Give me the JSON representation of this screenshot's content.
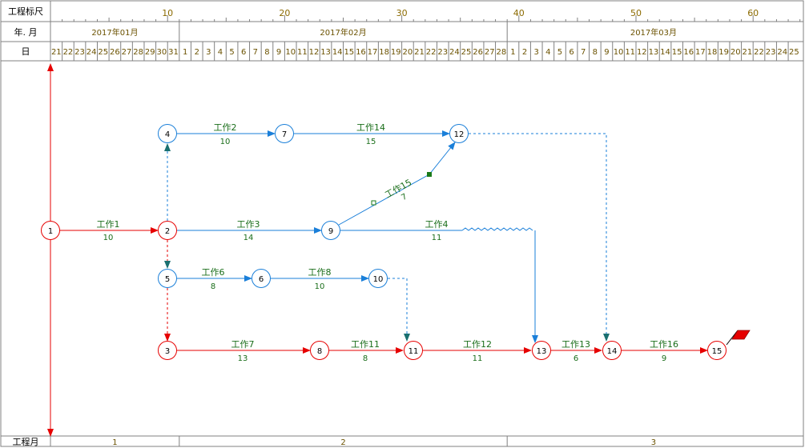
{
  "header": {
    "row1_label": "工程标尺",
    "row2_label": "年. 月",
    "row3_label": "日",
    "bottom_label": "工程月",
    "ruler_numbers": [
      "10",
      "20",
      "30",
      "40",
      "50",
      "60"
    ],
    "months": [
      "2017年01月",
      "2017年02月",
      "2017年03月"
    ],
    "days": [
      "21",
      "22",
      "23",
      "24",
      "25",
      "26",
      "27",
      "28",
      "29",
      "30",
      "31",
      "1",
      "2",
      "3",
      "4",
      "5",
      "6",
      "7",
      "8",
      "9",
      "10",
      "11",
      "12",
      "13",
      "14",
      "15",
      "16",
      "17",
      "18",
      "19",
      "20",
      "21",
      "22",
      "23",
      "24",
      "25",
      "26",
      "27",
      "28",
      "1",
      "2",
      "3",
      "4",
      "5",
      "6",
      "7",
      "8",
      "9",
      "10",
      "11",
      "12",
      "13",
      "14",
      "15",
      "16",
      "17",
      "18",
      "19",
      "20",
      "21",
      "22",
      "23",
      "24",
      "25"
    ],
    "phases": [
      "1",
      "2",
      "3"
    ]
  },
  "nodes": [
    {
      "id": "1",
      "label": "1",
      "critical": true
    },
    {
      "id": "2",
      "label": "2",
      "critical": true
    },
    {
      "id": "3",
      "label": "3",
      "critical": true
    },
    {
      "id": "4",
      "label": "4",
      "critical": false
    },
    {
      "id": "5",
      "label": "5",
      "critical": false
    },
    {
      "id": "6",
      "label": "6",
      "critical": false
    },
    {
      "id": "7",
      "label": "7",
      "critical": false
    },
    {
      "id": "8",
      "label": "8",
      "critical": true
    },
    {
      "id": "9",
      "label": "9",
      "critical": false
    },
    {
      "id": "10",
      "label": "10",
      "critical": false
    },
    {
      "id": "11",
      "label": "11",
      "critical": true
    },
    {
      "id": "12",
      "label": "12",
      "critical": false
    },
    {
      "id": "13",
      "label": "13",
      "critical": true
    },
    {
      "id": "14",
      "label": "14",
      "critical": true
    },
    {
      "id": "15",
      "label": "15",
      "critical": true
    }
  ],
  "tasks": [
    {
      "name": "工作1",
      "duration": "10"
    },
    {
      "name": "工作2",
      "duration": "10"
    },
    {
      "name": "工作14",
      "duration": "15"
    },
    {
      "name": "工作3",
      "duration": "14"
    },
    {
      "name": "工作15",
      "duration": "7"
    },
    {
      "name": "工作4",
      "duration": "11"
    },
    {
      "name": "工作6",
      "duration": "8"
    },
    {
      "name": "工作8",
      "duration": "10"
    },
    {
      "name": "工作7",
      "duration": "13"
    },
    {
      "name": "工作11",
      "duration": "8"
    },
    {
      "name": "工作12",
      "duration": "11"
    },
    {
      "name": "工作13",
      "duration": "6"
    },
    {
      "name": "工作16",
      "duration": "9"
    }
  ],
  "colors": {
    "critical": "#e60000",
    "normal": "#1a7fd9",
    "dummy": "#1a7fd9",
    "dummy_arrow": "#1a7070",
    "text_green": "#1a6e1a",
    "flag": "#e60000"
  }
}
